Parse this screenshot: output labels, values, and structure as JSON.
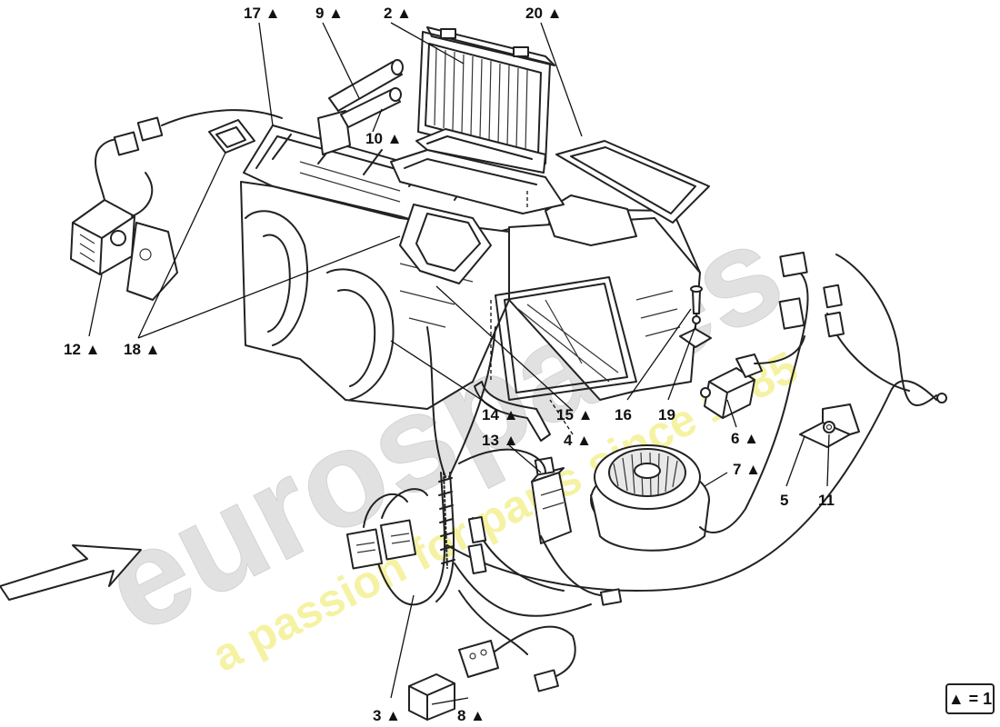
{
  "watermark": {
    "logo_text": "eurospares",
    "tagline": "a passion for parts since 1985",
    "logo_color": "#d9d9d9",
    "tagline_color": "#f3f08a"
  },
  "marker_symbol": "▲",
  "legend": {
    "text": "▲ = 1"
  },
  "callouts": [
    {
      "id": "1",
      "text": "17 ▲"
    },
    {
      "id": "2",
      "text": "9 ▲"
    },
    {
      "id": "3",
      "text": "2 ▲"
    },
    {
      "id": "4",
      "text": "20 ▲"
    },
    {
      "id": "5",
      "text": "10 ▲"
    },
    {
      "id": "6",
      "text": "12 ▲"
    },
    {
      "id": "7",
      "text": "18 ▲"
    },
    {
      "id": "8",
      "text": "14 ▲"
    },
    {
      "id": "9",
      "text": "15 ▲"
    },
    {
      "id": "10",
      "text": "16"
    },
    {
      "id": "11",
      "text": "19"
    },
    {
      "id": "12",
      "text": "13 ▲"
    },
    {
      "id": "13",
      "text": "4 ▲"
    },
    {
      "id": "14",
      "text": "6 ▲"
    },
    {
      "id": "15",
      "text": "7 ▲"
    },
    {
      "id": "16",
      "text": "5"
    },
    {
      "id": "17",
      "text": "11"
    },
    {
      "id": "18",
      "text": "3 ▲"
    },
    {
      "id": "19",
      "text": "8 ▲"
    }
  ],
  "icons": {
    "direction_arrow": "arrow-right-icon"
  }
}
